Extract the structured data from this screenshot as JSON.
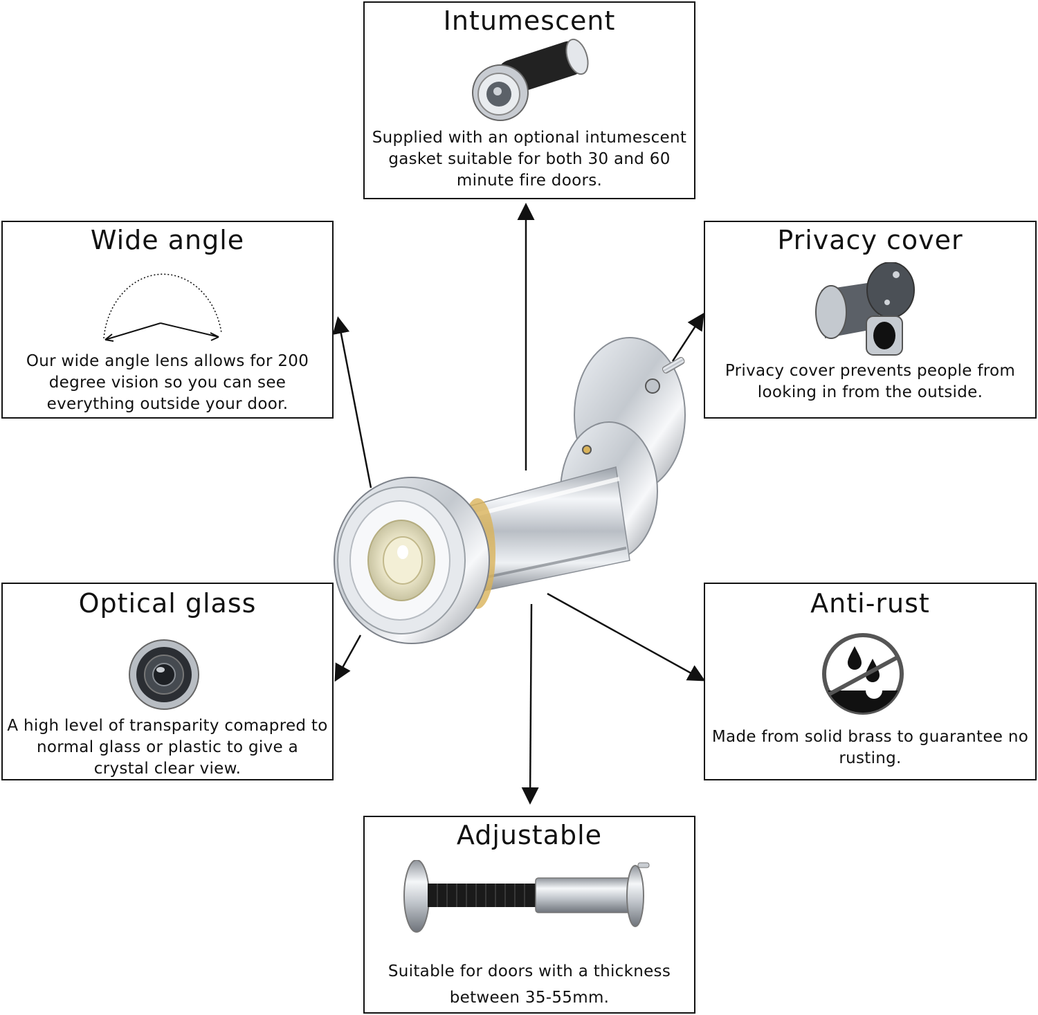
{
  "features": {
    "intumescent": {
      "title": "Intumescent",
      "text": "Supplied with an optional intumescent gasket suitable for both 30 and 60 minute fire doors.",
      "icon": "intumescent-viewer-icon"
    },
    "wide_angle": {
      "title": "Wide angle",
      "text": "Our wide angle lens allows for 200 degree vision so you can see everything outside your door.",
      "icon": "wide-angle-arc-icon"
    },
    "privacy_cover": {
      "title": "Privacy cover",
      "text": "Privacy cover prevents people from looking in from the outside.",
      "icon": "privacy-cover-viewer-icon"
    },
    "optical_glass": {
      "title": "Optical glass",
      "text": "A high level of transparity comapred to normal glass or plastic to give a crystal clear view.",
      "icon": "lens-icon"
    },
    "anti_rust": {
      "title": "Anti-rust",
      "text": "Made from solid brass to guarantee no rusting.",
      "icon": "no-water-drops-icon"
    },
    "adjustable": {
      "title": "Adjustable",
      "text": "Suitable for doors with a thickness between 35-55mm.",
      "icon": "adjustable-viewer-icon"
    }
  },
  "colors": {
    "border": "#111111",
    "chrome_light": "#f2f4f7",
    "chrome_dark": "#6b7077",
    "brass": "#d9b35a"
  }
}
